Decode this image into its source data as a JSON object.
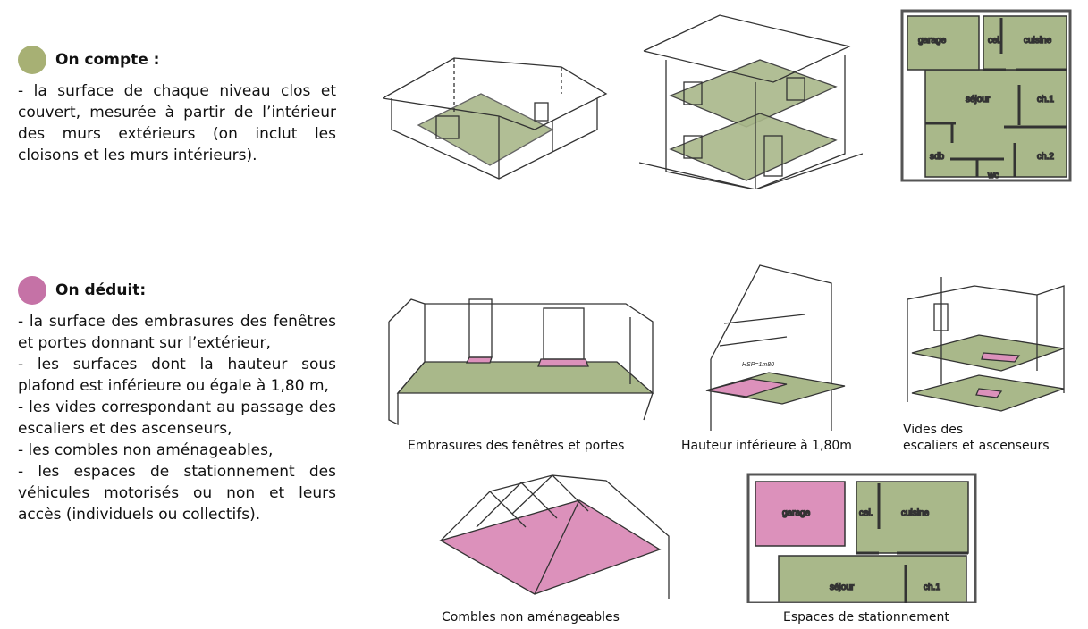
{
  "colors": {
    "green": "#a7b074",
    "pink": "#c572a6",
    "floor_green": "#a9b88a",
    "floor_pink": "#dc91bb"
  },
  "on_compte": {
    "title": "On compte :",
    "items": [
      "- la surface de chaque niveau clos et couvert, mesurée à partir de l’intérieur des murs extérieurs (on inclut les cloisons et les murs intérieurs)."
    ]
  },
  "on_deduit": {
    "title": "On déduit:",
    "items": [
      "- la surface des embrasures des fenêtres et portes donnant sur l’extérieur,",
      "- les surfaces dont la hauteur sous plafond est inférieure ou égale à 1,80 m,",
      "- les vides correspondant au passage des escaliers et des ascenseurs,",
      "- les combles non aménageables,",
      "- les espaces de stationnement des véhicules motorisés ou non et leurs accès (individuels ou collectifs)."
    ]
  },
  "captions": {
    "embrasures": "Embrasures des fenêtres et portes",
    "hauteur": "Hauteur inférieure à 1,80m",
    "vides_1": "Vides des",
    "vides_2": "escaliers et ascenseurs",
    "combles": "Combles non aménageables",
    "stationnement": "Espaces de stationnement"
  },
  "plan1": {
    "garage": "garage",
    "cel": "cel.",
    "cuisine": "cuisine",
    "sejour": "séjour",
    "ch1": "ch.1",
    "sdb": "sdb",
    "ch2": "ch.2",
    "wc": "wc"
  },
  "plan2": {
    "garage": "garage",
    "cel": "cel.",
    "cuisine": "cuisine",
    "sejour": "séjour",
    "ch1": "ch.1"
  },
  "hsp_label": "HSP=1m80"
}
